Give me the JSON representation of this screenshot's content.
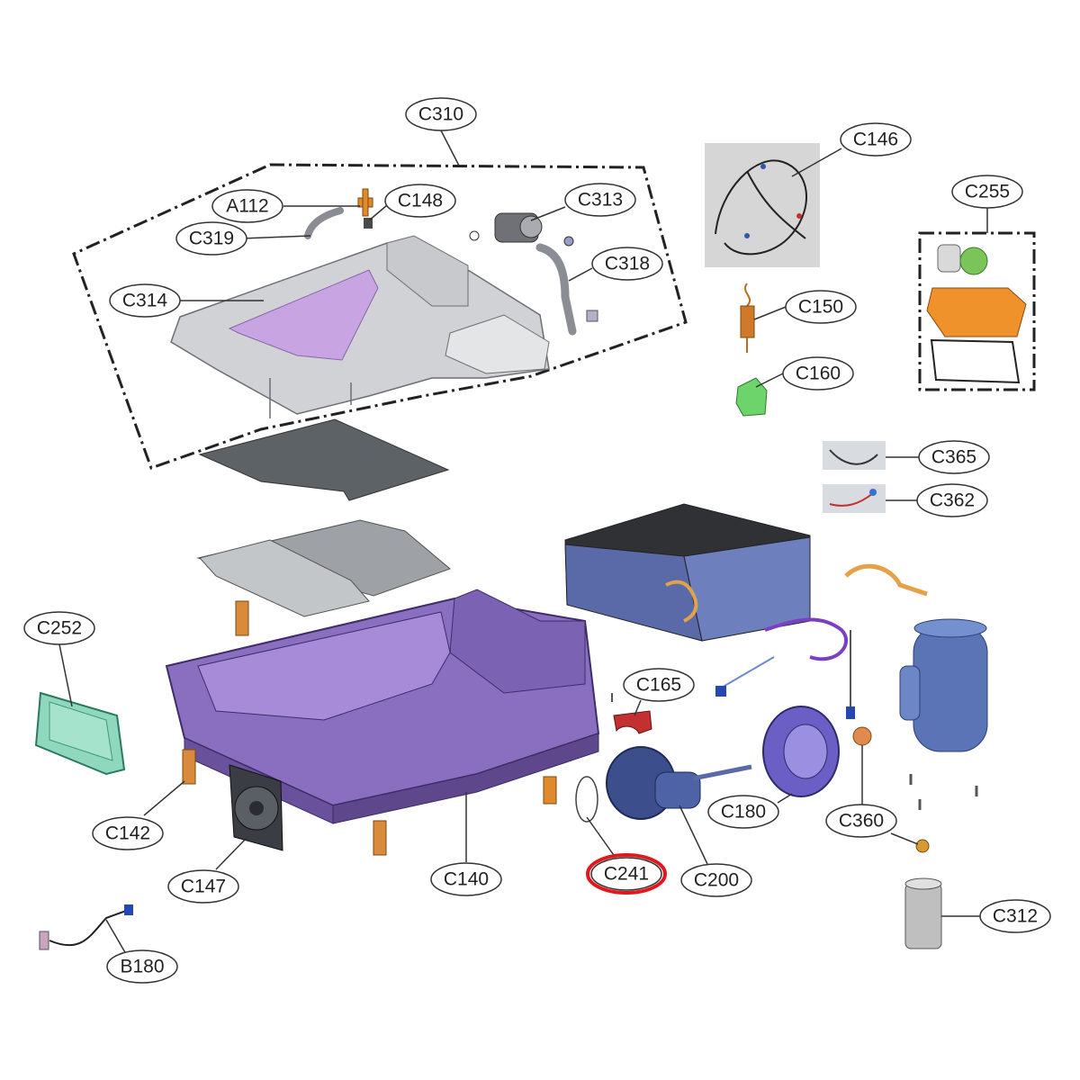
{
  "diagram": {
    "highlighted": "C241",
    "labels": {
      "c310": "C310",
      "c146": "C146",
      "c255": "C255",
      "a112": "A112",
      "c148": "C148",
      "c313": "C313",
      "c319": "C319",
      "c318": "C318",
      "c314": "C314",
      "c150": "C150",
      "c160": "C160",
      "c365": "C365",
      "c362": "C362",
      "c252": "C252",
      "c165": "C165",
      "c180": "C180",
      "c360": "C360",
      "c142": "C142",
      "c147": "C147",
      "c140": "C140",
      "c241": "C241",
      "c200": "C200",
      "c312": "C312",
      "b180": "B180"
    }
  }
}
